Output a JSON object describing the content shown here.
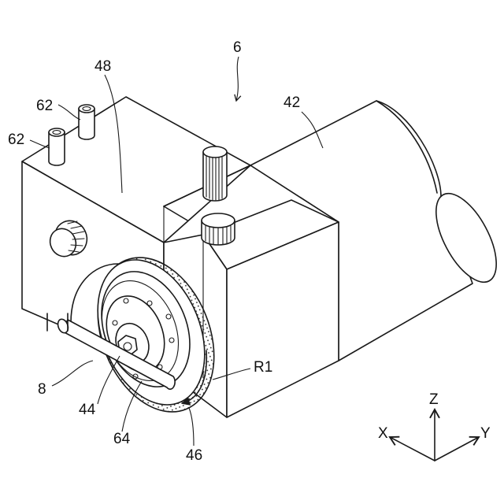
{
  "figure": {
    "labels": {
      "assembly": "6",
      "column": "42",
      "housing": "48",
      "pin_upper": "62",
      "pin_lower": "62",
      "rod": "8",
      "nut": "44",
      "flange": "64",
      "blade": "46",
      "rotation": "R1"
    },
    "axes": {
      "x": "X",
      "y": "Y",
      "z": "Z"
    },
    "hatch_color": "#1a1a1a",
    "line_color": "#1a1a1a"
  }
}
